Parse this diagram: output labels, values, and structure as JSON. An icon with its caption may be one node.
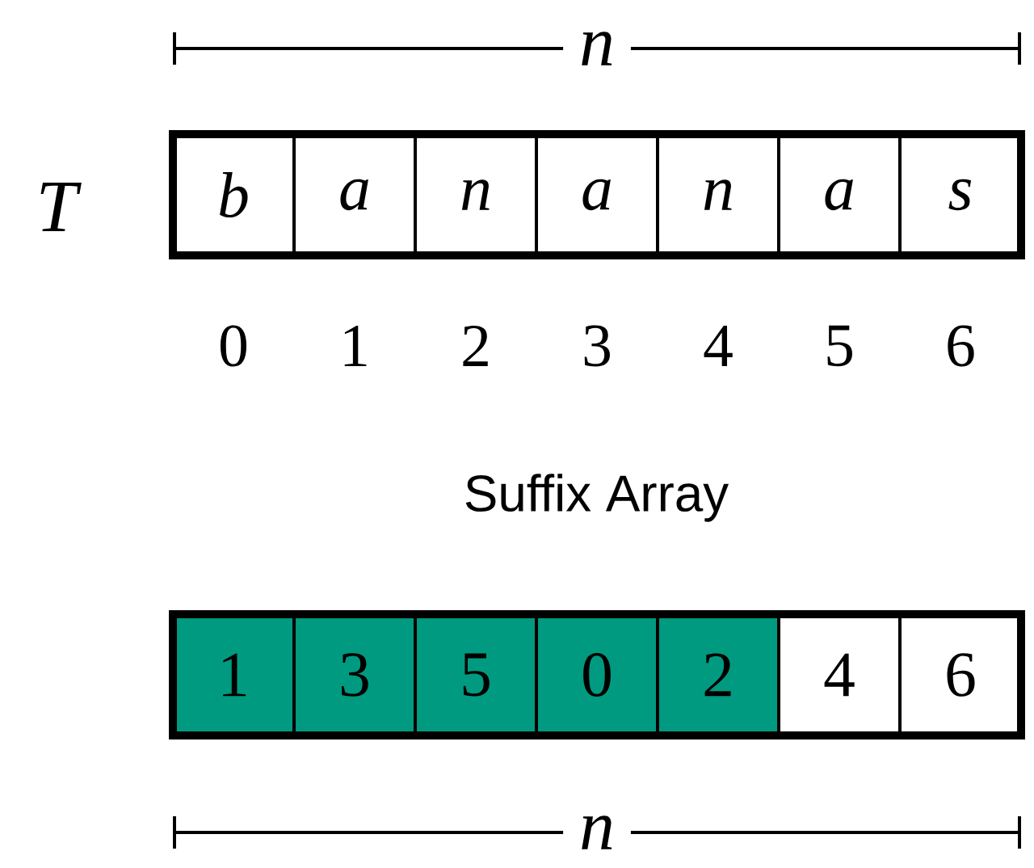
{
  "diagram": {
    "nodes": [
      {
        "text": [
          "b"
        ]
      },
      {
        "text": [
          "a"
        ]
      },
      {
        "text": [
          "n"
        ]
      },
      {
        "text": [
          "a"
        ]
      },
      {
        "text": [
          "n"
        ]
      },
      {
        "text": [
          "a"
        ]
      },
      {
        "text": [
          "s"
        ]
      },
      {
        "text": [
          "1"
        ]
      },
      {
        "text": [
          "3"
        ]
      },
      {
        "text": [
          "5"
        ]
      },
      {
        "text": [
          "0"
        ]
      },
      {
        "text": [
          "2"
        ]
      },
      {
        "text": [
          "4"
        ]
      },
      {
        "text": [
          "6"
        ]
      }
    ],
    "labels": [
      "n",
      "T",
      "0",
      "1",
      "2",
      "3",
      "4",
      "5",
      "6",
      "Suffix Array",
      "n"
    ]
  }
}
